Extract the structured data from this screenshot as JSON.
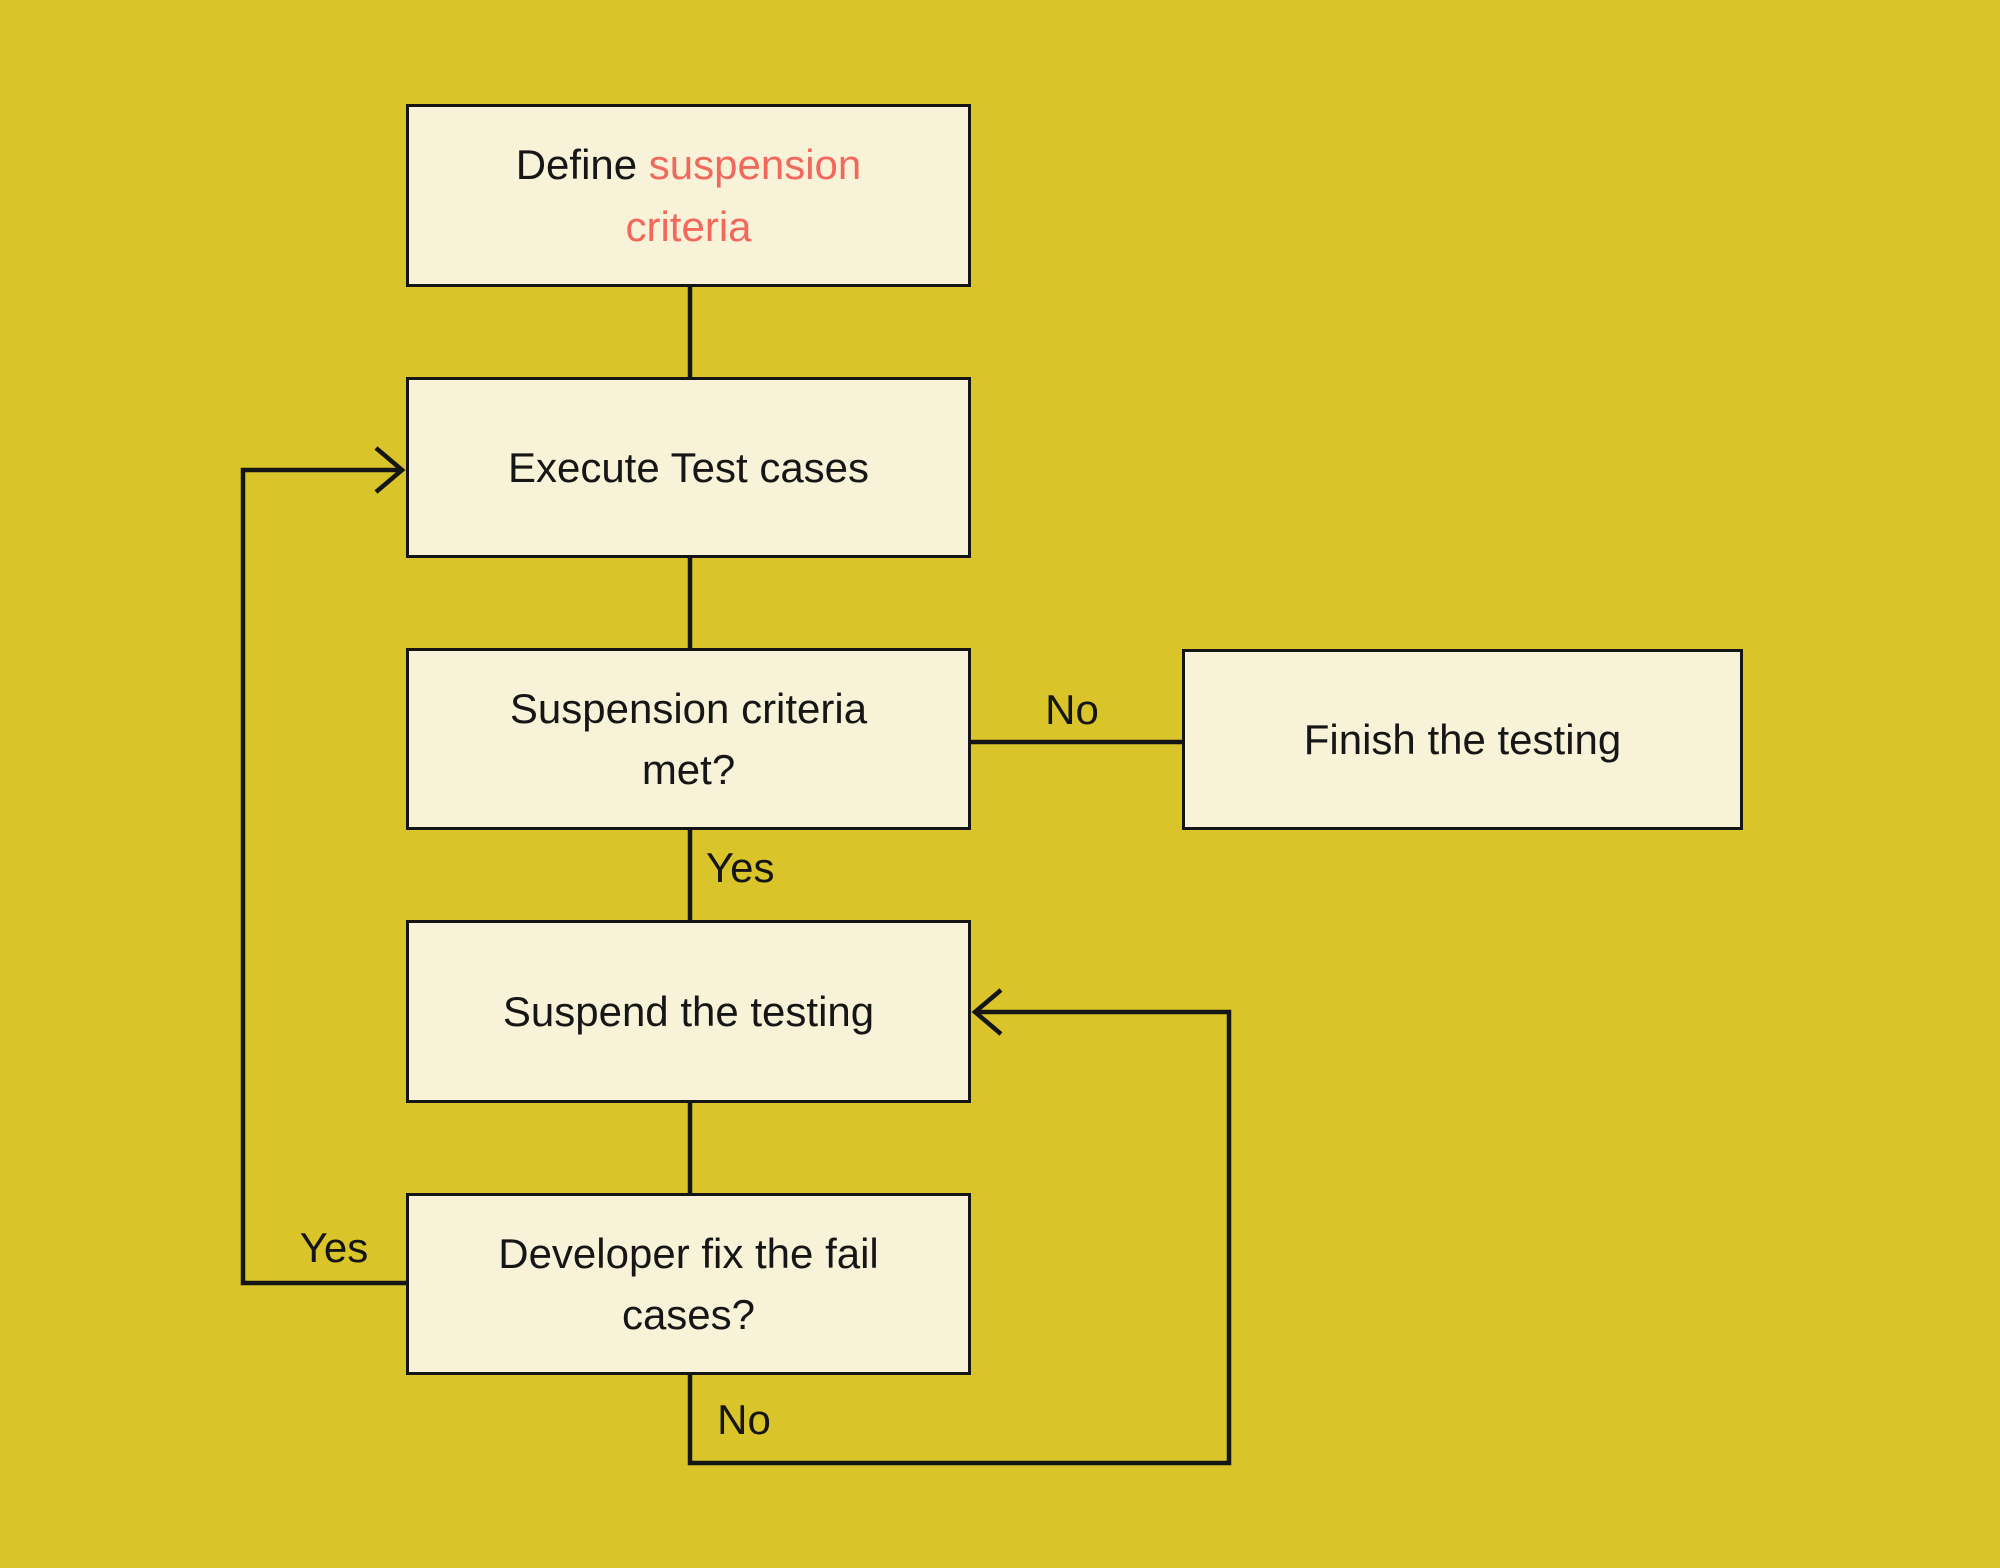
{
  "diagram": {
    "colors": {
      "background": "#d9c42a",
      "node_fill": "#f8f2d8",
      "line_and_text": "#151515",
      "accent_text": "#f2685c"
    },
    "nodes": {
      "define": {
        "label": "Define suspension criteria",
        "line1_black": "Define",
        "line1_red": "suspension",
        "line2_red": "criteria"
      },
      "execute": {
        "label": "Execute Test cases"
      },
      "criteria_met": {
        "label": "Suspension criteria met?",
        "line1": "Suspension criteria",
        "line2": "met?"
      },
      "finish": {
        "label": "Finish the testing"
      },
      "suspend": {
        "label": "Suspend the testing"
      },
      "developer_fix": {
        "label": "Developer fix the fail cases?",
        "line1": "Developer fix the fail",
        "line2": "cases?"
      }
    },
    "edge_labels": {
      "no_to_finish": "No",
      "yes_to_suspend": "Yes",
      "yes_to_execute": "Yes",
      "no_to_suspend": "No"
    }
  }
}
